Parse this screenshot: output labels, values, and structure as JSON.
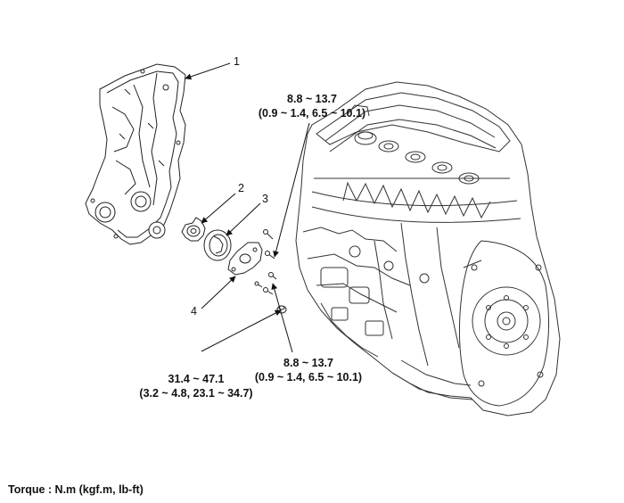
{
  "callouts": {
    "c1": "1",
    "c2": "2",
    "c3": "3",
    "c4": "4"
  },
  "torques": {
    "t_top": {
      "nm": "8.8 ~ 13.7",
      "alt": "(0.9 ~ 1.4, 6.5 ~ 10.1)"
    },
    "t_right": {
      "nm": "8.8 ~ 13.7",
      "alt": "(0.9 ~ 1.4, 6.5 ~ 10.1)"
    },
    "t_left": {
      "nm": "31.4 ~ 47.1",
      "alt": "(3.2 ~ 4.8, 23.1 ~ 34.7)"
    }
  },
  "footer": "Torque : N.m (kgf.m, lb-ft)",
  "colors": {
    "line": "#222222",
    "fill": "#ffffff",
    "faint": "#555555"
  }
}
